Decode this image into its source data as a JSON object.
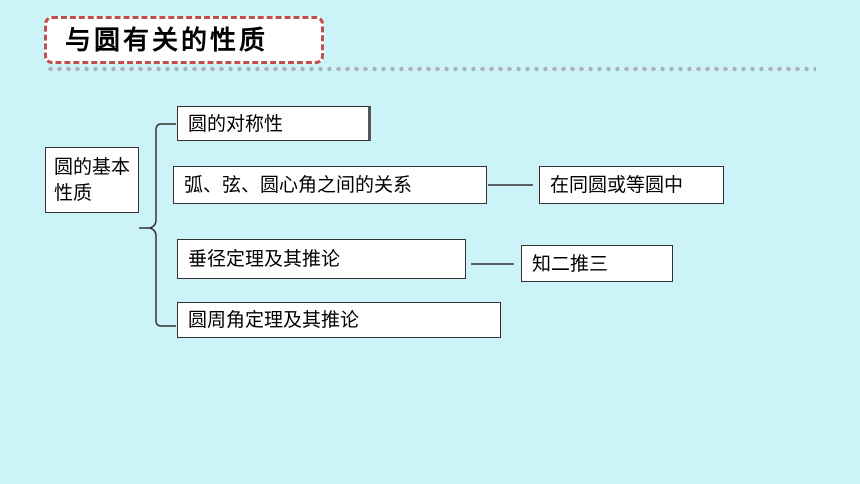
{
  "title": "与圆有关的性质",
  "root": {
    "label": "圆的基本性质"
  },
  "branches": [
    {
      "label": "圆的对称性"
    },
    {
      "label": "弧、弦、圆心角之间的关系"
    },
    {
      "label": "垂径定理及其推论"
    },
    {
      "label": "圆周角定理及其推论"
    }
  ],
  "notes": [
    {
      "label": "在同圆或等圆中"
    },
    {
      "label": "知二推三"
    }
  ],
  "colors": {
    "background": "#ccf4f8",
    "title_border": "#c0504d",
    "dots": "#a9b3b8",
    "box_fill": "#ffffff",
    "line": "#333333"
  }
}
